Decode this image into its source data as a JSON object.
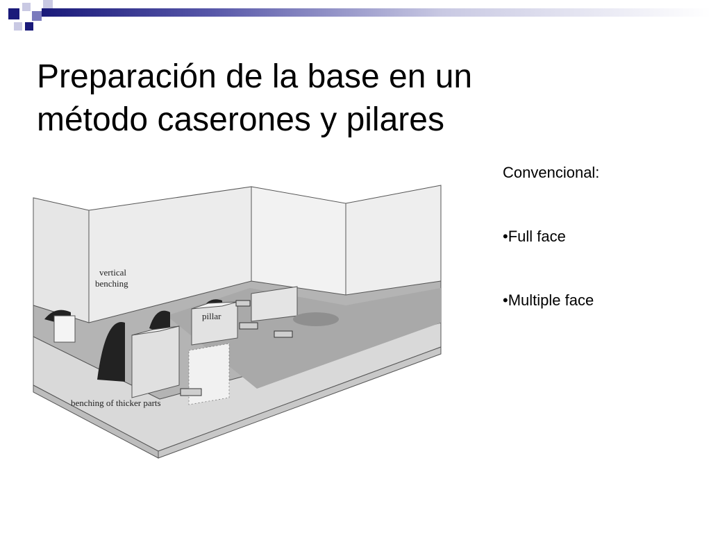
{
  "slide": {
    "title_line1": "Preparación de la base en un",
    "title_line2": "método caserones y pilares"
  },
  "figure": {
    "labels": {
      "vertical": "vertical",
      "benching": "benching",
      "pillar": "pillar",
      "thicker": "benching of thicker parts"
    }
  },
  "text_panel": {
    "heading": "Convencional:",
    "items": [
      "•Full face",
      "•Multiple face"
    ]
  },
  "colors": {
    "accent_dark": "#1a1a7a",
    "accent_mid": "#7b7bbd",
    "accent_light": "#c9c9e3"
  }
}
